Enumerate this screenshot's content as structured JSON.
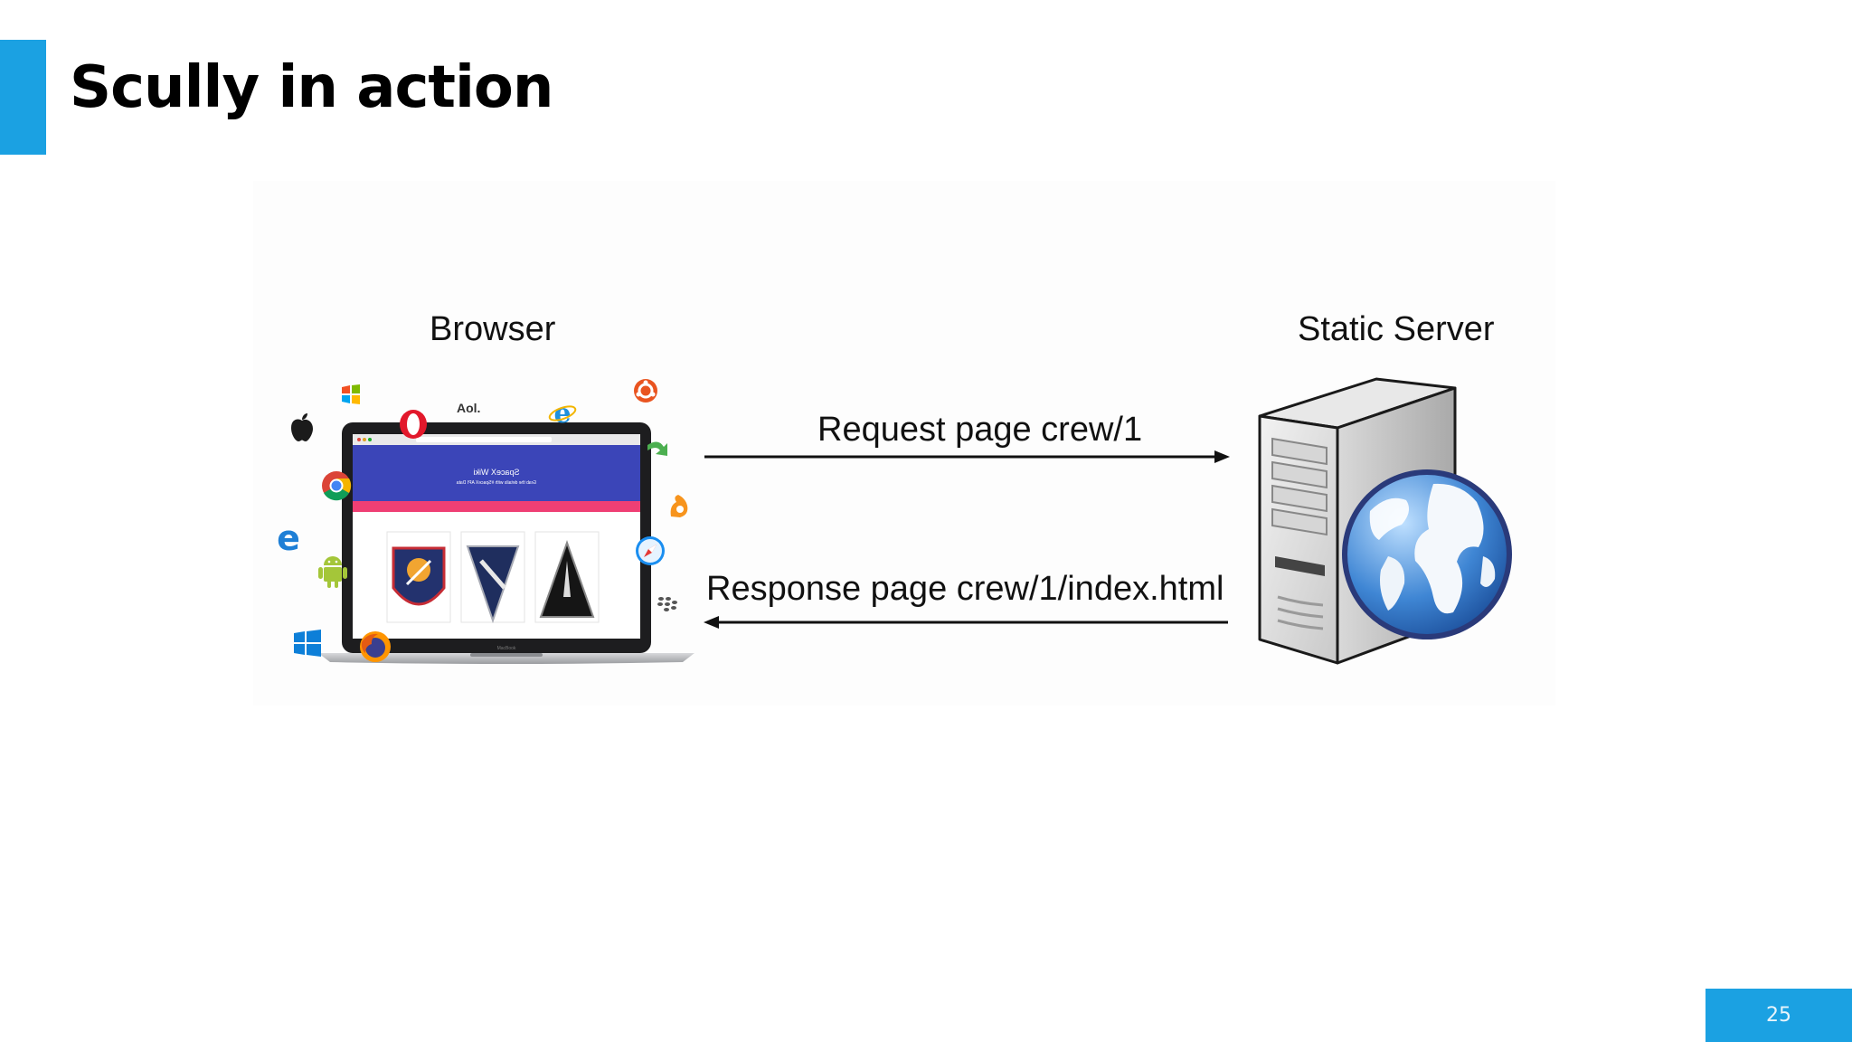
{
  "slide": {
    "title": "Scully in action",
    "page_number": "25"
  },
  "diagram": {
    "browser_label": "Browser",
    "server_label": "Static Server",
    "request_label": "Request page crew/1",
    "response_label": "Response page crew/1/index.html",
    "laptop_screen": {
      "site_title": "SpaceX Wiki",
      "site_subtitle": "Grab the details with #SpaceX API Data",
      "brand_text": "MacBook"
    },
    "browser_icons": [
      "windows-flag-icon",
      "aol-logo",
      "ie-icon",
      "ubuntu-icon",
      "apple-icon",
      "opera-icon",
      "chrome-icon",
      "edge-icon",
      "android-icon",
      "safari-icon",
      "uc-browser-icon",
      "blackberry-icon",
      "windows-icon",
      "firefox-icon",
      "arrow-icon"
    ],
    "aol_text": "Aol.",
    "colors": {
      "accent": "#1ba1e2",
      "screen_header": "#3b45b8",
      "screen_stripe": "#ef3f74"
    }
  }
}
